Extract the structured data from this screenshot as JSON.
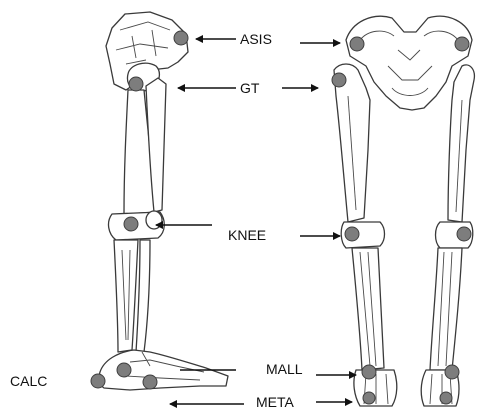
{
  "labels": {
    "asis": "ASIS",
    "gt": "GT",
    "knee": "KNEE",
    "mall": "MALL",
    "calc": "CALC",
    "meta": "META"
  },
  "colors": {
    "bone_stroke": "#3a3a3a",
    "marker_fill": "#7d7d7d",
    "arrow": "#111111"
  }
}
